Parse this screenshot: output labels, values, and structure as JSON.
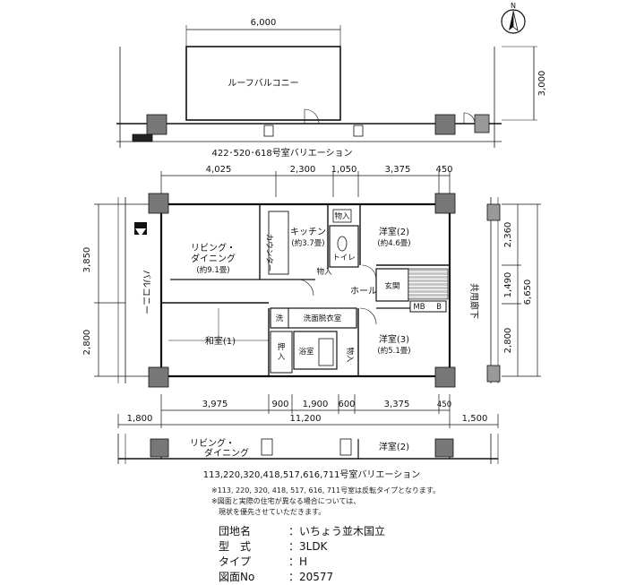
{
  "variation_top": {
    "width_dim": "6,000",
    "depth_dim": "3,000",
    "roof_balcony": "ルーフバルコニー",
    "caption": "422･520･618号室バリエーション"
  },
  "dims_top": [
    "4,025",
    "2,300",
    "1,050",
    "3,375",
    "450"
  ],
  "dims_left": [
    "3,850",
    "2,800"
  ],
  "dims_right": [
    "2,360",
    "1,490",
    "2,800",
    "6,650"
  ],
  "dims_bottom_row1": [
    "3,975",
    "900",
    "1,900",
    "600",
    "3,375",
    "450"
  ],
  "dims_bottom_row2": [
    "1,800",
    "11,200",
    "1,500"
  ],
  "rooms": {
    "living": "リビング・",
    "dining": "ダイニング",
    "living_size": "(約9.1畳)",
    "counter": "カウンター",
    "kitchen": "キッチン",
    "kitchen_size": "(約3.7畳)",
    "storage": "物入",
    "toilet": "トイレ",
    "western2": "洋室(2)",
    "western2_size": "(約4.6畳)",
    "hall": "ホール",
    "entrance": "玄関",
    "western3": "洋室(3)",
    "western3_size": "(約5.1畳)",
    "washroom": "洗面脱衣室",
    "wash": "洗",
    "oshiire": "押入",
    "bathroom": "浴室",
    "japanese": "和室(1)",
    "balcony": "バルコニー",
    "corridor": "共用廊下",
    "mb": "MB",
    "b": "B"
  },
  "variation_bottom": {
    "living_dining": "リビング・ダイニング",
    "western2": "洋室(2)",
    "caption": "113,220,320,418,517,616,711号室バリエーション"
  },
  "notes": [
    "※113, 220, 320, 418, 517, 616, 711号室は反転タイプとなります。",
    "※図面と実際の住宅が異なる場合については、",
    "　現状を優先させていただきます。"
  ],
  "info": {
    "rows": [
      {
        "label": "団地名",
        "value": "：いちょう並木国立"
      },
      {
        "label": "型　式",
        "value": "：3LDK"
      },
      {
        "label": "タイプ",
        "value": "：H"
      },
      {
        "label": "図面No",
        "value": "：20577"
      }
    ]
  },
  "compass": "N"
}
